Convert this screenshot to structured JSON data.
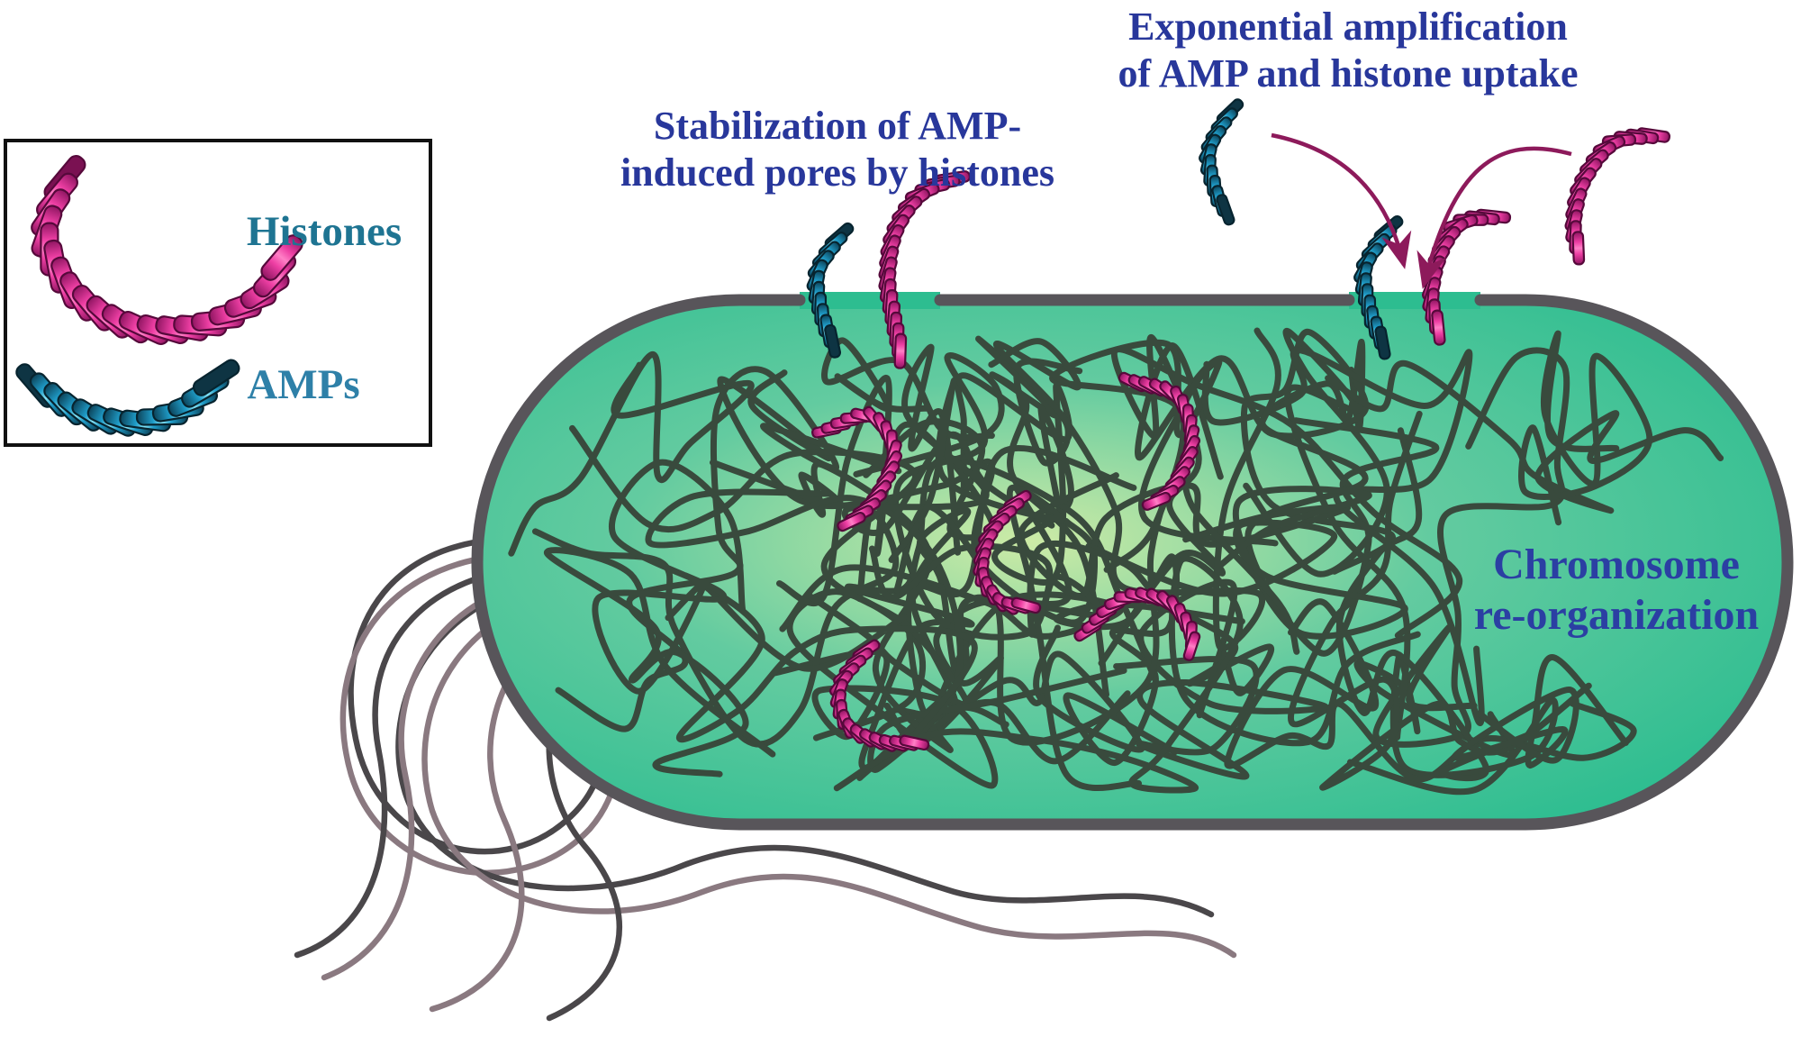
{
  "figure": {
    "legend": {
      "histones_label": "Histones",
      "amps_label": "AMPs"
    },
    "annotations": {
      "stabilization_line1": "Stabilization of AMP-",
      "stabilization_line2": "induced pores by histones",
      "amplification_line1": "Exponential amplification",
      "amplification_line2": "of AMP and histone uptake",
      "chromosome_line1": "Chromosome",
      "chromosome_line2": "re-organization"
    },
    "colors": {
      "annotation_text": "#28379B",
      "chromosome_text": "#2B3FA3",
      "histones_label_text": "#1E7492",
      "amps_label_text": "#2E80A8",
      "histone_ribbon_bright": "#EE3FA4",
      "histone_ribbon_dark": "#8F1561",
      "histone_outline": "#56093B",
      "amp_ribbon_bright": "#1F9CC8",
      "amp_ribbon_dark": "#0C4258",
      "amp_outline": "#07242F",
      "amp_end_cap": "#0E3443",
      "arrow": "#8D1A5B",
      "membrane": "#58555A",
      "cytoplasm_center": "#CDEBA6",
      "cytoplasm_mid": "#63CBA0",
      "cytoplasm_edge": "#2DBD90",
      "chromosome_strand": "#394A3D",
      "flagella_dark": "#4A474A",
      "flagella_light": "#8A7980",
      "legend_border": "#111111"
    }
  }
}
